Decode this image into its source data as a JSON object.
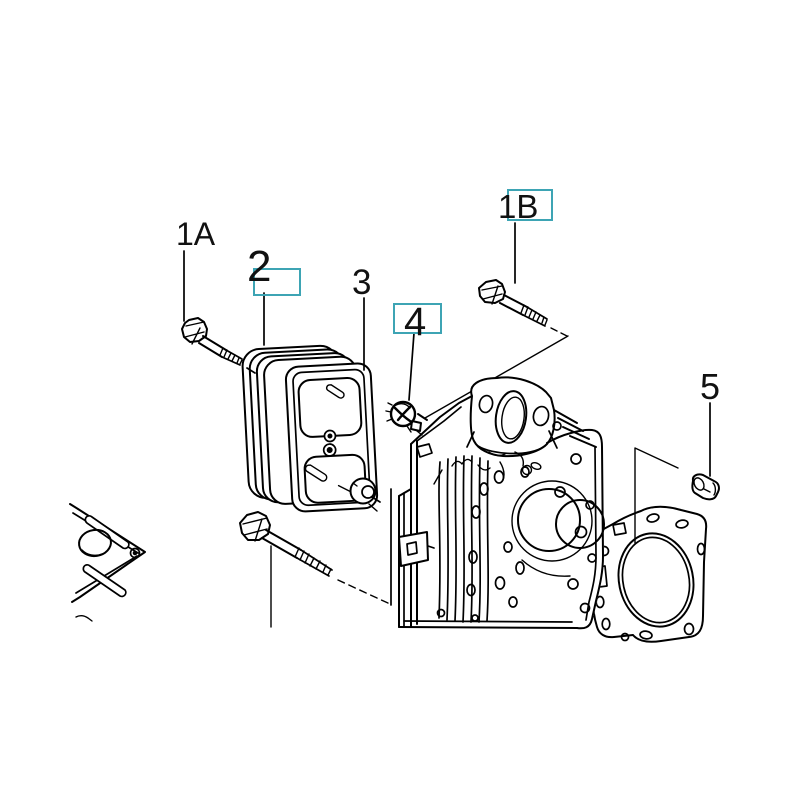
{
  "figure": {
    "kind": "exploded parts diagram",
    "background_color": "#ffffff",
    "line_color": "#000000"
  },
  "colors": {
    "callout_box": "#3da4b4",
    "highlight": "#f7ec35",
    "label_text": "#111111"
  },
  "callouts": [
    {
      "ref": "1A",
      "boxed": false,
      "part_highlighted": false
    },
    {
      "ref": "2",
      "boxed": true,
      "part_highlighted": false
    },
    {
      "ref": "3",
      "boxed": false,
      "part_highlighted": false
    },
    {
      "ref": "4",
      "boxed": true,
      "part_highlighted": true
    },
    {
      "ref": "1B",
      "boxed": true,
      "part_highlighted": false
    },
    {
      "ref": "5",
      "boxed": false,
      "part_highlighted": false
    }
  ]
}
